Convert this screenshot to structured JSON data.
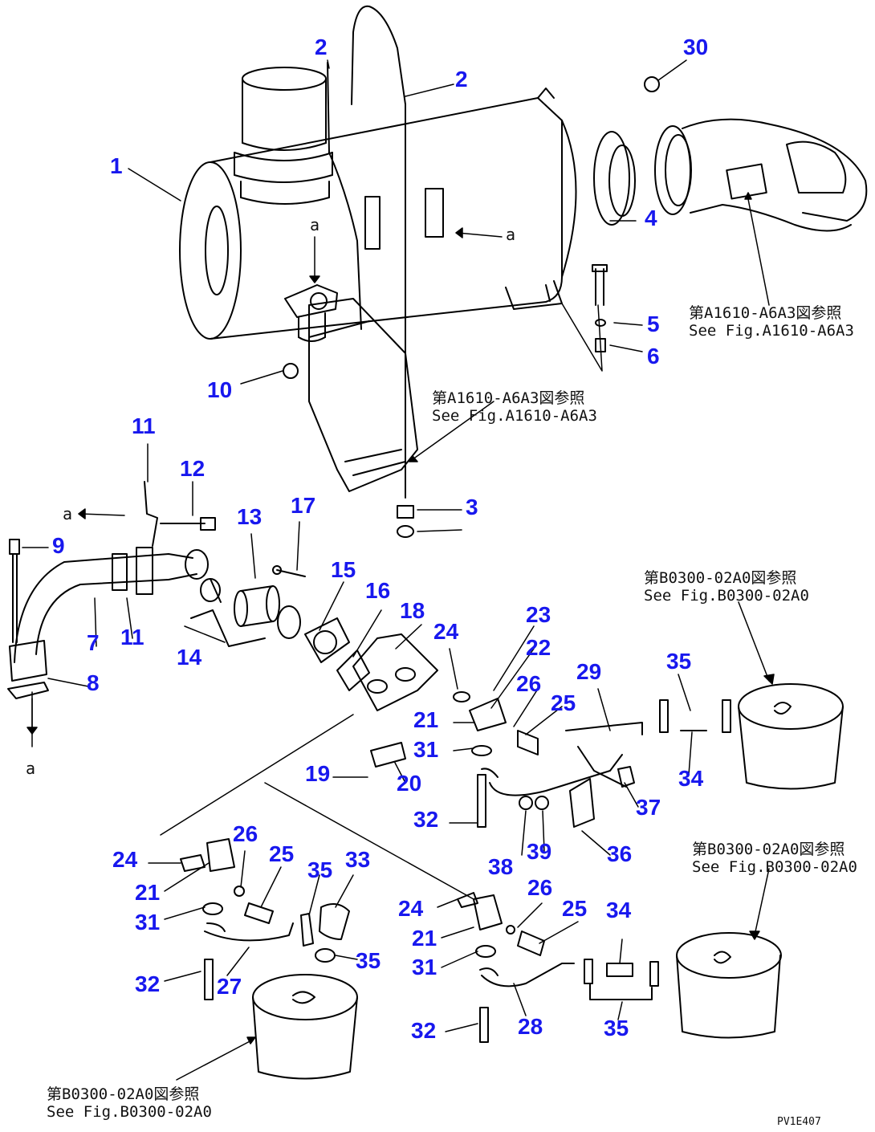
{
  "labels": {
    "l1": "1",
    "l2a": "2",
    "l2b": "2",
    "l3": "3",
    "l4": "4",
    "l5": "5",
    "l6": "6",
    "l7": "7",
    "l8": "8",
    "l9": "9",
    "l10": "10",
    "l11a": "11",
    "l11b": "11",
    "l12": "12",
    "l13": "13",
    "l14": "14",
    "l15": "15",
    "l16": "16",
    "l17": "17",
    "l18": "18",
    "l19": "19",
    "l20": "20",
    "l21a": "21",
    "l21b": "21",
    "l21c": "21",
    "l22": "22",
    "l23": "23",
    "l24a": "24",
    "l24b": "24",
    "l24c": "24",
    "l25a": "25",
    "l25b": "25",
    "l25c": "25",
    "l26a": "26",
    "l26b": "26",
    "l26c": "26",
    "l27": "27",
    "l28": "28",
    "l29": "29",
    "l30": "30",
    "l31a": "31",
    "l31b": "31",
    "l31c": "31",
    "l32a": "32",
    "l32b": "32",
    "l32c": "32",
    "l33": "33",
    "l34a": "34",
    "l34b": "34",
    "l35a": "35",
    "l35b": "35",
    "l35c": "35",
    "l35d": "35",
    "l36": "36",
    "l37": "37",
    "l38": "38",
    "l39": "39"
  },
  "references": {
    "r1_jp": "第A1610-A6A3図参照",
    "r1_en": "See Fig.A1610-A6A3",
    "r2_jp": "第A1610-A6A3図参照",
    "r2_en": "See Fig.A1610-A6A3",
    "r3_jp": "第B0300-02A0図参照",
    "r3_en": "See Fig.B0300-02A0",
    "r4_jp": "第B0300-02A0図参照",
    "r4_en": "See Fig.B0300-02A0",
    "r5_jp": "第B0300-02A0図参照",
    "r5_en": "See Fig.B0300-02A0"
  },
  "markers": {
    "a1": "a",
    "a2": "a",
    "a3": "a",
    "a4": "a"
  },
  "drawing_code": "PV1E407"
}
